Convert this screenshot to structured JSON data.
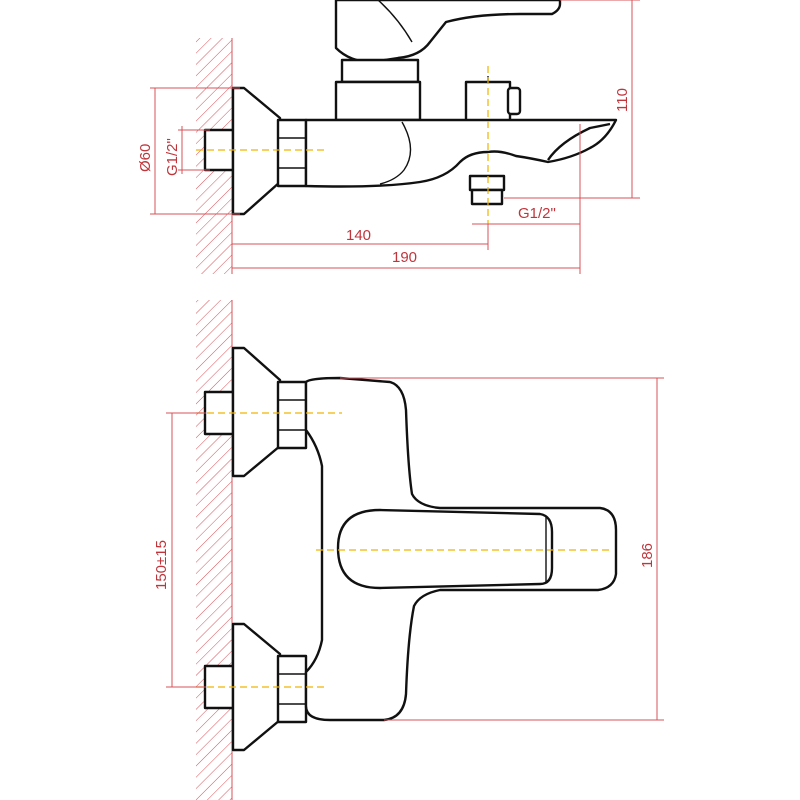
{
  "colors": {
    "dimension": "#d9535a",
    "outline": "#111111",
    "centerline": "#f0b400"
  },
  "top_view": {
    "dim_diameter": "Ø60",
    "dim_thread_wall": "G1/2\"",
    "dim_height": "110",
    "dim_thread_outlet": "G1/2\"",
    "dim_outlet_offset": "140",
    "dim_total_length": "190"
  },
  "front_view": {
    "dim_center_distance": "150±15",
    "dim_height": "186"
  }
}
